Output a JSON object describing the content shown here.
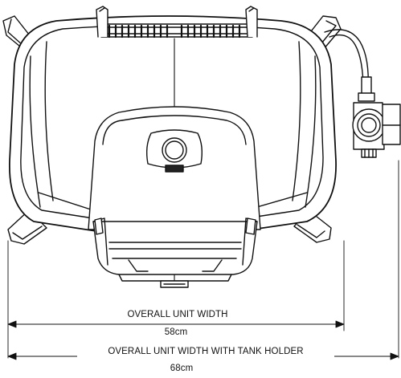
{
  "dimensions": {
    "unit_width": {
      "label": "OVERALL UNIT WIDTH",
      "value": "58cm"
    },
    "tank_width": {
      "label": "OVERALL UNIT WIDTH WITH TANK HOLDER",
      "value": "68cm"
    }
  },
  "colors": {
    "line": "#111111",
    "background": "#ffffff"
  }
}
